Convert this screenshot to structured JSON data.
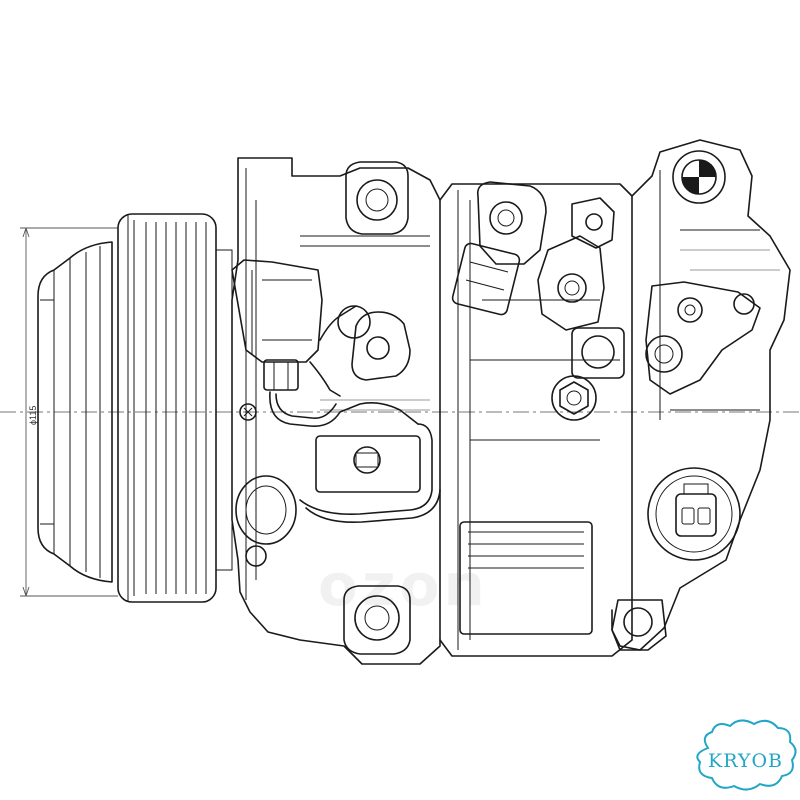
{
  "drawing": {
    "dimension_label": "ϕ115",
    "watermark_text": "ozon",
    "logo_text": "KRYOB",
    "line_color": "#1a1a1a",
    "logo_color": "#23a6c6"
  }
}
